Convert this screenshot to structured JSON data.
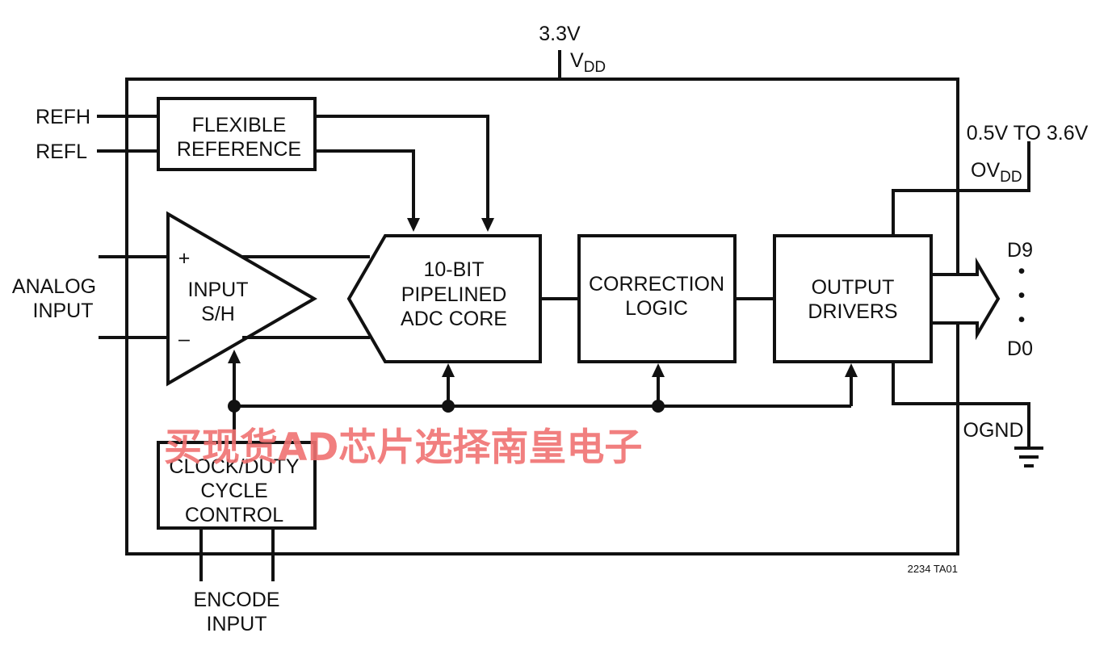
{
  "supply": {
    "voltage": "3.3V",
    "vdd": "V",
    "vdd_sub": "DD"
  },
  "ovdd": {
    "range": "0.5V TO 3.6V",
    "label": "OV",
    "label_sub": "DD"
  },
  "pins": {
    "refh": "REFH",
    "refl": "REFL",
    "analog_input": [
      "ANALOG",
      "INPUT"
    ],
    "plus": "+",
    "minus": "–",
    "d9": "D9",
    "d0": "D0",
    "dots": "•",
    "ognd": "OGND",
    "encode_input": [
      "ENCODE",
      "INPUT"
    ]
  },
  "blocks": {
    "flexible_reference": [
      "FLEXIBLE",
      "REFERENCE"
    ],
    "input_sh": [
      "INPUT",
      "S/H"
    ],
    "adc_core": [
      "10-BIT",
      "PIPELINED",
      "ADC CORE"
    ],
    "correction_logic": [
      "CORRECTION",
      "LOGIC"
    ],
    "output_drivers": [
      "OUTPUT",
      "DRIVERS"
    ],
    "clock_duty": [
      "CLOCK/DUTY",
      "CYCLE",
      "CONTROL"
    ]
  },
  "figure_id": "2234 TA01",
  "watermark": "买现货AD芯片选择南皇电子"
}
